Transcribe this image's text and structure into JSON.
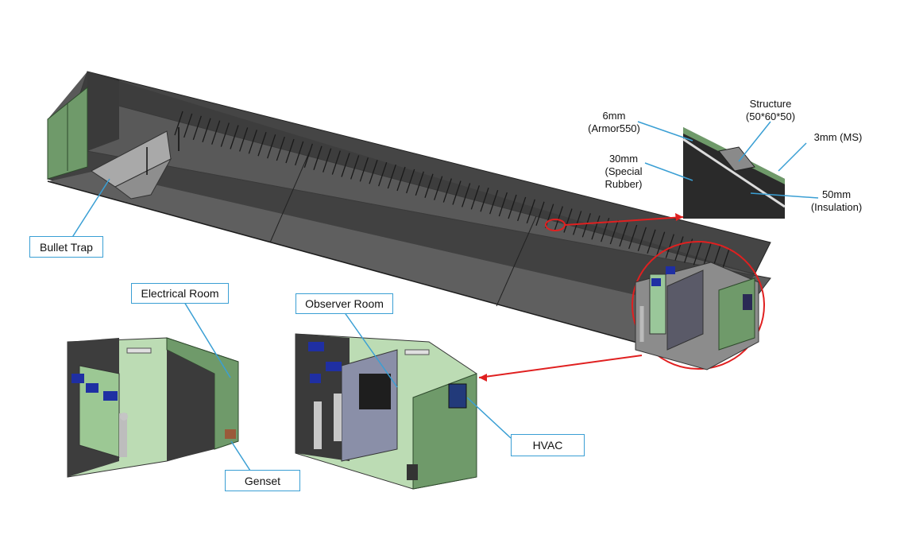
{
  "labels": {
    "bullet_trap": "Bullet Trap",
    "electrical_room": "Electrical Room",
    "observer_room": "Observer Room",
    "genset": "Genset",
    "hvac": "HVAC"
  },
  "layers": {
    "armor": "6mm\n(Armor550)",
    "rubber": "30mm\n(Special\nRubber)",
    "structure": "Structure\n(50*60*50)",
    "ms": "3mm (MS)",
    "insulation": "50mm\n(Insulation)"
  },
  "colors": {
    "callout_line": "#3a9fd4",
    "highlight": "#e02020",
    "panel_green": "#6f9a6a",
    "floor": "#5a5a5a",
    "wall_dark": "#3b3b3b",
    "room_light": "#c8e6c0"
  }
}
